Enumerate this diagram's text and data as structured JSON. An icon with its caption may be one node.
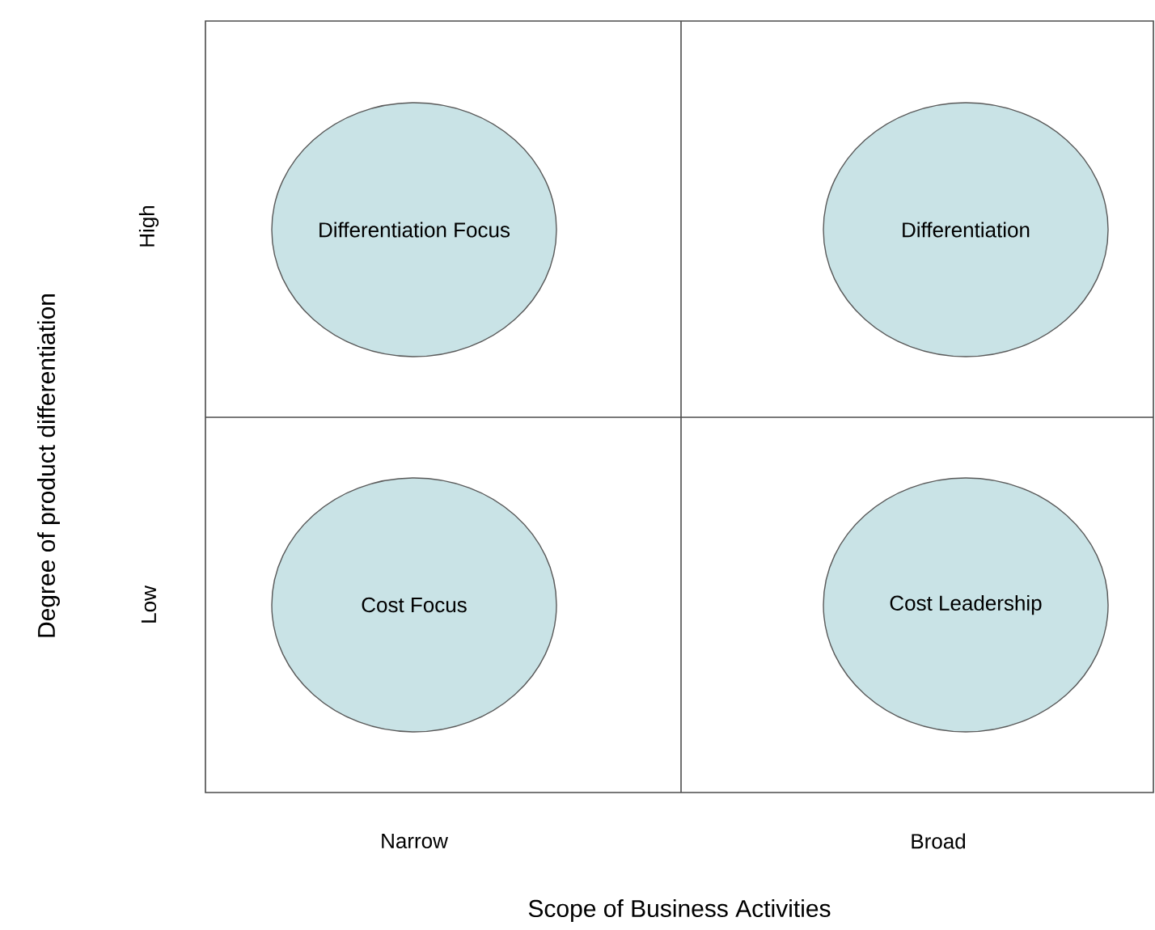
{
  "diagram": {
    "nodes": [
      {
        "text": [
          "Differentiation Focus"
        ]
      },
      {
        "text": [
          "Differentiation"
        ]
      },
      {
        "text": [
          "Cost Focus"
        ]
      },
      {
        "text": [
          "Cost Leadership"
        ]
      }
    ],
    "labels": [
      "High",
      "Low",
      "Narrow",
      "Broad",
      "Degree of product differentiation",
      "Scope of Business Activities"
    ]
  }
}
